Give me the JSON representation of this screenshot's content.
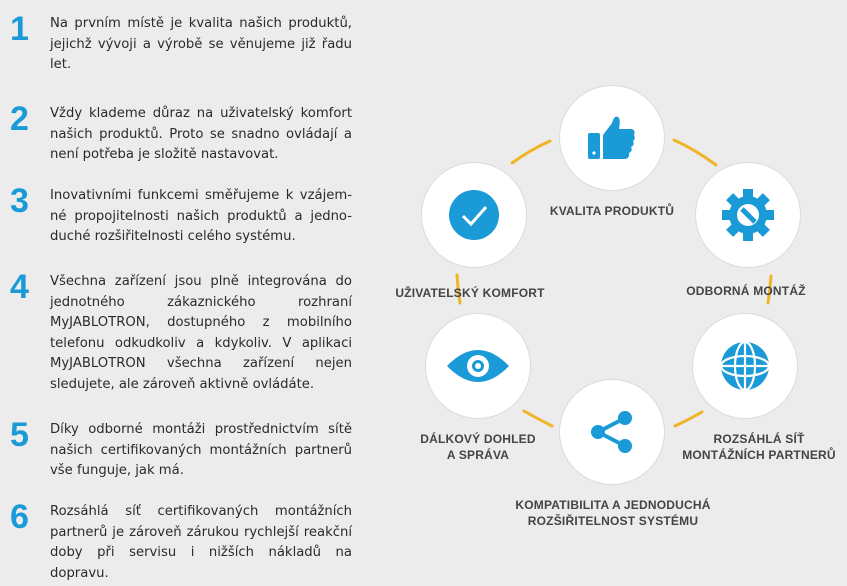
{
  "items": [
    {
      "number": "1",
      "text": "Na prvním místě je kvalita našich produktů, jejichž vývoji a výrobě se věnujeme již řadu let."
    },
    {
      "number": "2",
      "text": "Vždy klademe důraz na uživatelský komfort našich produktů. Proto se snadno ovládají a není potřeba je složitě nastavovat."
    },
    {
      "number": "3",
      "text": "Inovativními funkcemi směřujeme k vzájem-né propojitelnosti našich produktů a jedno-duché rozšiřitelnosti celého systému."
    },
    {
      "number": "4",
      "text": "Všechna zařízení jsou plně integrována do jednotného zákaznického rozhraní MyJABLOTRON, dostupného z mobilního telefonu odkudkoliv a kdykoliv. V aplikaci MyJABLOTRON všechna zařízení nejen sledujete, ale zároveň aktivně ovládáte."
    },
    {
      "number": "5",
      "text": "Díky odborné montáži prostřednictvím sítě našich certifikovaných montážních partnerů vše funguje, jak má."
    },
    {
      "number": "6",
      "text": "Rozsáhlá síť certifikovaných montážních partnerů je zároveň zárukou rychlejší reakční doby při servisu i nižších nákladů na dopravu."
    }
  ],
  "features": {
    "quality": {
      "label": "KVALITA PRODUKTŮ",
      "icon": "thumbs-up-icon"
    },
    "comfort": {
      "label": "UŽIVATELSKÝ KOMFORT",
      "icon": "checkmark-icon"
    },
    "installation": {
      "label": "ODBORNÁ MONTÁŽ",
      "icon": "gear-wrench-icon"
    },
    "remote": {
      "line1": "DÁLKOVÝ DOHLED",
      "line2": "A SPRÁVA",
      "icon": "eye-icon"
    },
    "network": {
      "line1": "ROZSÁHLÁ SÍŤ",
      "line2": "MONTÁŽNÍCH PARTNERŮ",
      "icon": "globe-icon"
    },
    "compat": {
      "line1": "KOMPATIBILITA A JEDNODUCHÁ",
      "line2": "ROZŠIŘITELNOST SYSTÉMU",
      "icon": "share-icon"
    }
  },
  "colors": {
    "accent": "#1a9ad6",
    "connector": "#f0b429",
    "background": "#ececec"
  }
}
